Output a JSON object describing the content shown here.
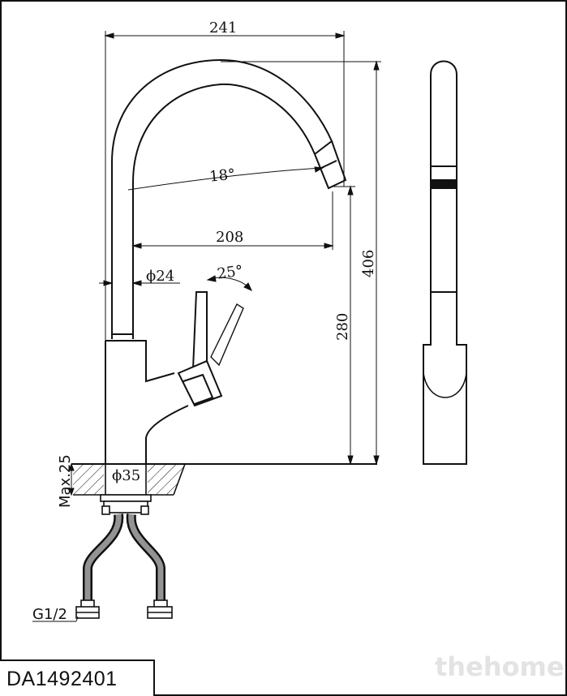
{
  "drawing": {
    "dimensions": {
      "width_total": "241",
      "angle_spout": "18°",
      "reach": "208",
      "diameter_spout": "ϕ24",
      "angle_handle": "25°",
      "height_total": "406",
      "height_spout": "280",
      "max_thickness": "Max.25",
      "diameter_base": "ϕ35",
      "thread": "G1/2"
    }
  },
  "footer": {
    "model_code": "DA1492401",
    "watermark": "thehome"
  }
}
